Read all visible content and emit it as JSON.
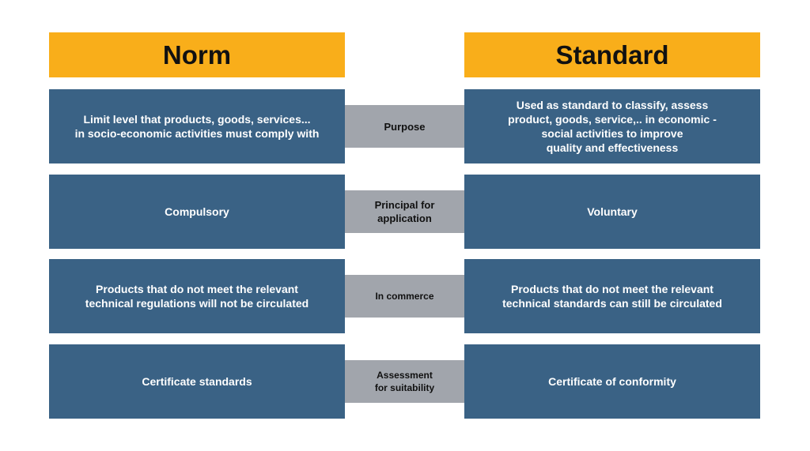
{
  "headers": {
    "left": "Norm",
    "right": "Standard"
  },
  "rows": [
    {
      "left": "Limit level that products, goods, services...\nin socio-economic activities must comply with",
      "criterion": "Purpose",
      "right": "Used as standard to classify, assess\nproduct, goods, service,.. in economic -\nsocial activities to improve\nquality and effectiveness"
    },
    {
      "left": "Compulsory",
      "criterion": "Principal for\napplication",
      "right": "Voluntary"
    },
    {
      "left": "Products that do not meet the relevant\ntechnical regulations will not be circulated",
      "criterion": "In commerce",
      "right": "Products that do not meet the relevant\ntechnical standards can still be circulated"
    },
    {
      "left": "Certificate standards",
      "criterion": "Assessment\nfor suitability",
      "right": "Certificate of conformity"
    }
  ],
  "colors": {
    "header_bg": "#f9ae1a",
    "cell_bg": "#3a6285",
    "connector_bg": "#a1a5ac"
  }
}
